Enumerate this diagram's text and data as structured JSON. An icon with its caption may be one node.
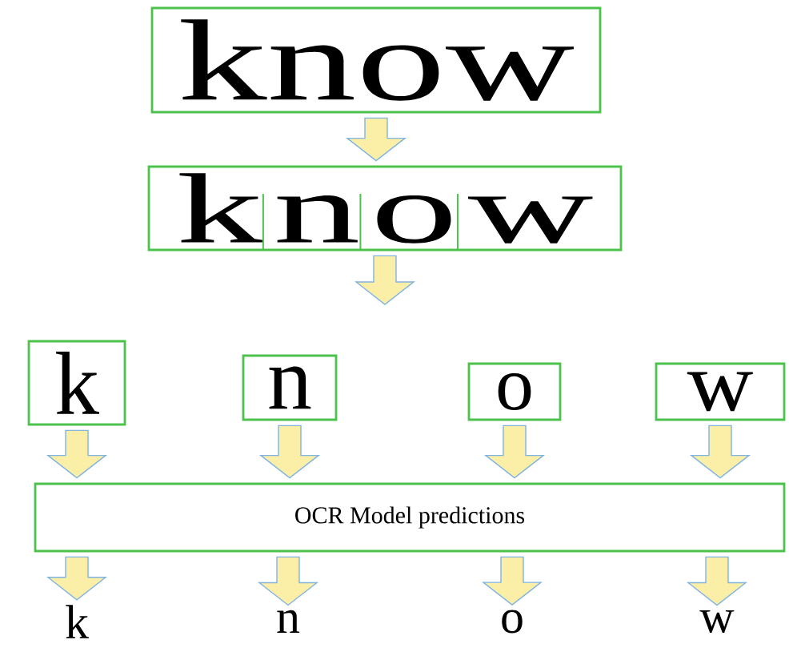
{
  "diagram": {
    "nodes": [
      {
        "text": [
          "know"
        ]
      },
      {
        "text": [
          "know"
        ]
      },
      {
        "text": [
          "k"
        ]
      },
      {
        "text": [
          "n"
        ]
      },
      {
        "text": [
          "o"
        ]
      },
      {
        "text": [
          "w"
        ]
      },
      {
        "text": [
          "OCR Model predictions"
        ]
      },
      {
        "text": [
          "k"
        ]
      },
      {
        "text": [
          "n"
        ]
      },
      {
        "text": [
          "o"
        ]
      },
      {
        "text": [
          "w"
        ]
      }
    ],
    "edges": [
      {
        "from": 0,
        "to": 1,
        "arrow": "to"
      },
      {
        "from": 1,
        "to": null,
        "arrow": "to"
      },
      {
        "from": 2,
        "to": 6,
        "arrow": "to"
      },
      {
        "from": 3,
        "to": 6,
        "arrow": "to"
      },
      {
        "from": 4,
        "to": 6,
        "arrow": "to"
      },
      {
        "from": 5,
        "to": 6,
        "arrow": "to"
      },
      {
        "from": 6,
        "to": 7,
        "arrow": "to"
      },
      {
        "from": 6,
        "to": 8,
        "arrow": "to"
      },
      {
        "from": 6,
        "to": 9,
        "arrow": "to"
      },
      {
        "from": 6,
        "to": 10,
        "arrow": "to"
      }
    ]
  }
}
